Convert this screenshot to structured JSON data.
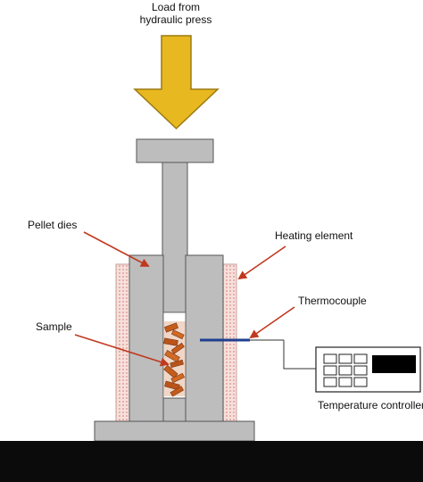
{
  "labels": {
    "load_line1": "Load from",
    "load_line2": "hydraulic press",
    "pellet_dies": "Pellet dies",
    "heating_element": "Heating element",
    "thermocouple": "Thermocouple",
    "sample": "Sample",
    "temperature_controller": "Temperature controller"
  },
  "colors": {
    "press_gray": "#bdbdbd",
    "outline": "#555555",
    "arrow_fill": "#e8b821",
    "arrow_stroke": "#9c7a10",
    "heater_fill": "#f7e0dc",
    "heater_dots": "#d98f86",
    "pointer_arrows": "#c0391f",
    "sample_orange": "#c45c1c",
    "base_slab": "#0b0b0b",
    "thermocouple_wire": "#1f3f8f"
  }
}
